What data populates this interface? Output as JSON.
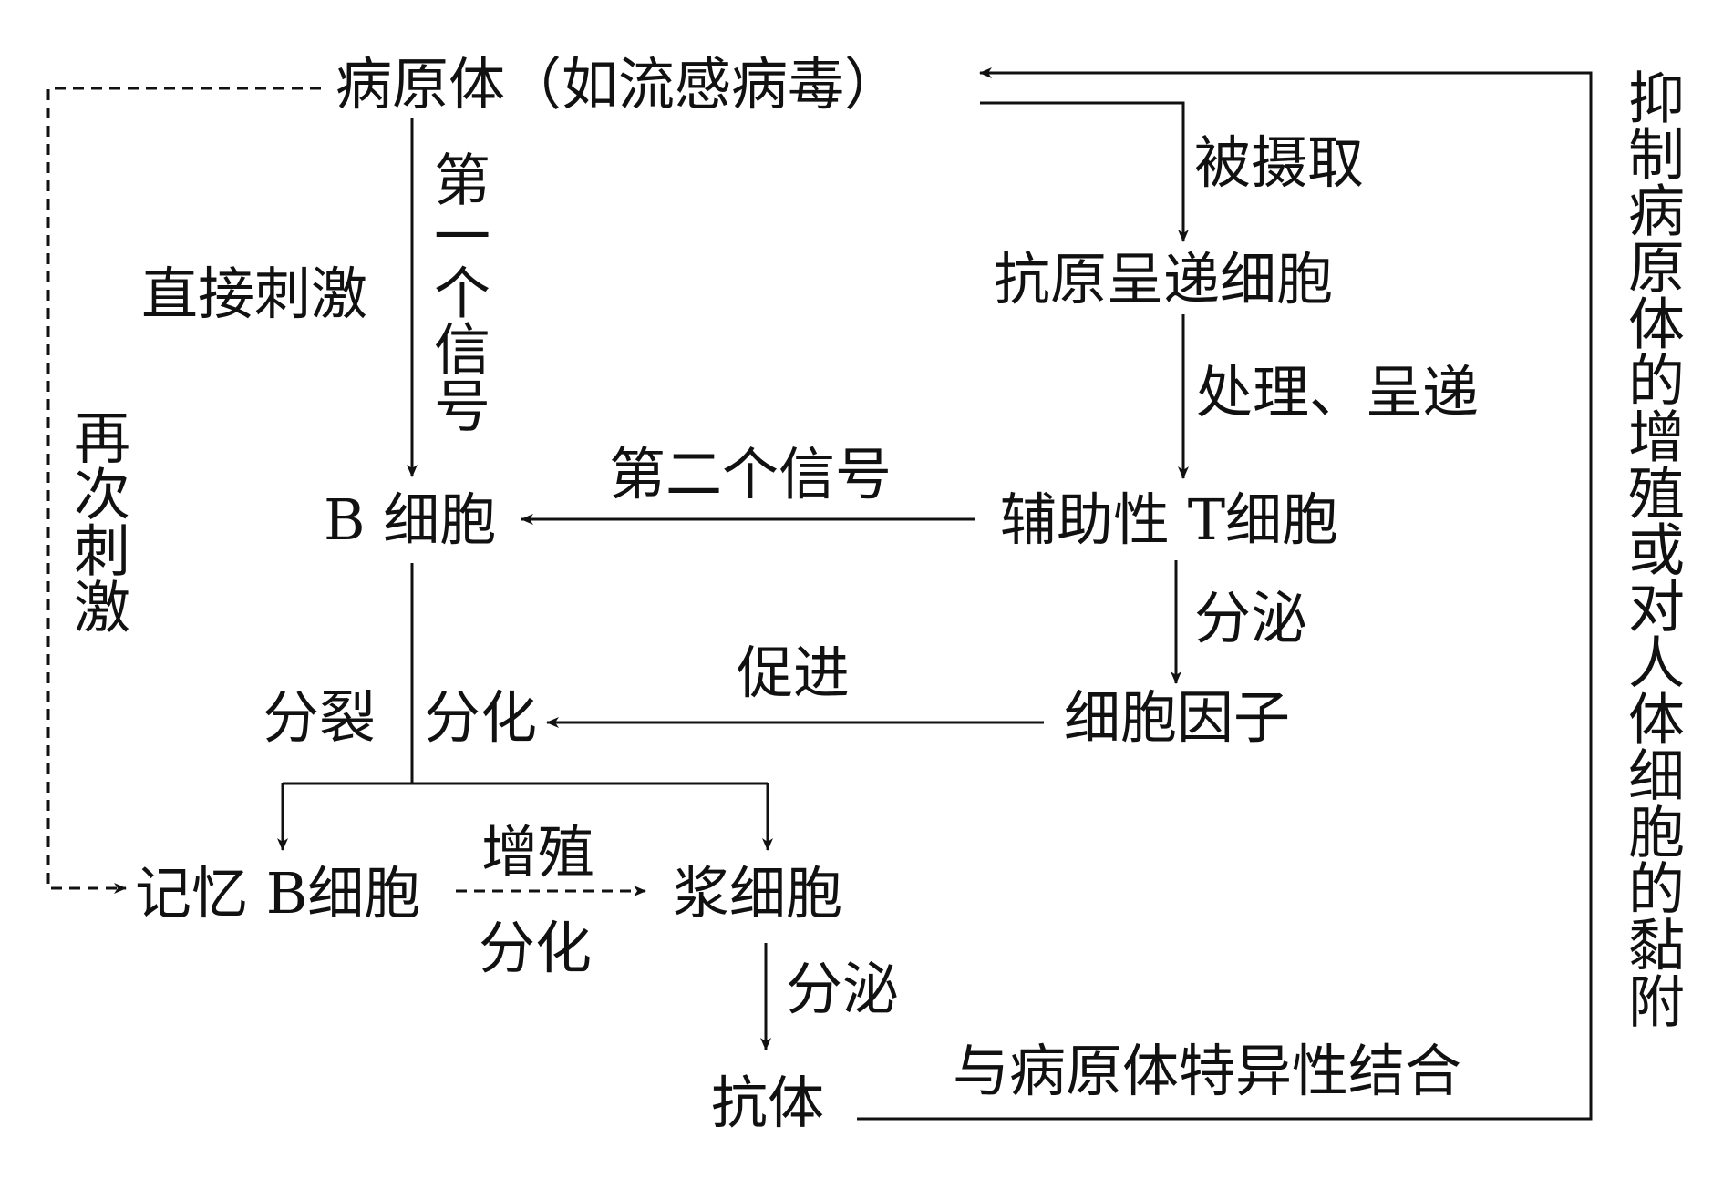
{
  "nodes": {
    "pathogen": "病原体（如流感病毒）",
    "apc": "抗原呈递细胞",
    "b_cell": "B 细胞",
    "helper_t": "辅助性 T细胞",
    "cytokine": "细胞因子",
    "memory_b": "记忆 B细胞",
    "plasma": "浆细胞",
    "antibody": "抗体"
  },
  "edge_labels": {
    "engulfed": "被摄取",
    "direct_stimulation": "直接刺激",
    "first_signal": "第一个信号",
    "process_present": "处理、呈递",
    "second_signal": "第二个信号",
    "secrete_cytokine": "分泌",
    "promote": "促进",
    "divide": "分裂",
    "differentiate": "分化",
    "proliferate": "增殖",
    "differentiate_memory": "分化",
    "secrete_antibody": "分泌",
    "specific_binding": "与病原体特异性结合",
    "restimulation": "再次刺激",
    "inhibit": "抑制病原体的增殖或对人体细胞的黏附"
  }
}
